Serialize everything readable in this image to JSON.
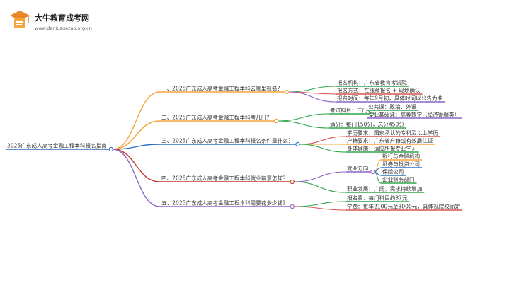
{
  "header": {
    "brand_name": "大牛教育成考网",
    "brand_url": "www.daniuzuezao.org.cn"
  },
  "mindmap": {
    "root": "2025广东成人高考金融工程本科报名指南",
    "branches": [
      {
        "title": "一、2025广东成人高考金融工程本科去哪里报名？",
        "color": "#f5a33a",
        "items": [
          {
            "text": "报名机构：广东省教育考试院",
            "color": "#2da64a"
          },
          {
            "text": "报名方式：在线预报名 + 现场确认",
            "color": "#d9534f"
          },
          {
            "text": "报名时间：每年9月初，具体时间以公告为准",
            "color": "#8e63c7"
          }
        ]
      },
      {
        "title": "二、2025广东成人高考金融工程本科考几门？",
        "color": "#f5a33a",
        "items": [
          {
            "text": "考试科目：三门",
            "color": "#2da64a",
            "children": [
              {
                "text": "公共课：政治、外语",
                "color": "#2da64a"
              },
              {
                "text": "专业基础课：高等数学（经济管理类）",
                "color": "#8e63c7"
              }
            ]
          },
          {
            "text": "满分：每门150分，总分450分",
            "color": "#2da64a"
          }
        ]
      },
      {
        "title": "三、2025广东成人高考金融工程本科报名条件是什么？",
        "color": "#2e6fc4",
        "items": [
          {
            "text": "学历要求：国家承认的专科及以上学历",
            "color": "#d9534f"
          },
          {
            "text": "户籍要求：广东省户籍或有效居住证",
            "color": "#f5a33a"
          },
          {
            "text": "身体健康：适应所报专业学习",
            "color": "#2da64a"
          }
        ]
      },
      {
        "title": "四、2025广东成人高考金融工程本科就业前景怎样？",
        "color": "#c0392b",
        "items": [
          {
            "text": "就业方向",
            "color": "#8e63c7",
            "children": [
              {
                "text": "银行与金融机构",
                "color": "#f5a33a"
              },
              {
                "text": "证券与投资公司",
                "color": "#2e6fc4"
              },
              {
                "text": "保险公司",
                "color": "#2e6fc4"
              },
              {
                "text": "企业财务部门",
                "color": "#2da64a"
              }
            ]
          },
          {
            "text": "职业发展：广阔，需求持续增加",
            "color": "#2da64a"
          }
        ]
      },
      {
        "title": "五、2025广东成人高考金融工程本科需要花多少钱？",
        "color": "#8e63c7",
        "items": [
          {
            "text": "报名费：每门科目约37元",
            "color": "#2da64a"
          },
          {
            "text": "学费：每年2100元至3000元，具体视院校而定",
            "color": "#d9534f"
          }
        ]
      }
    ]
  }
}
